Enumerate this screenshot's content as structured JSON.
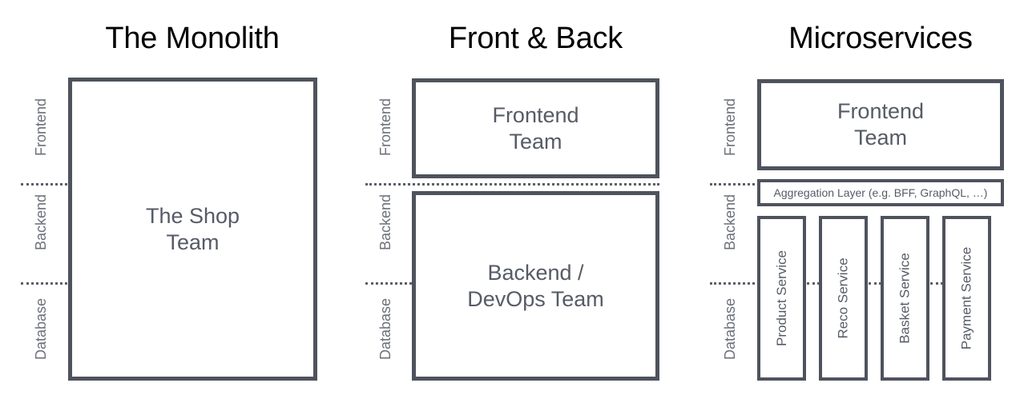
{
  "diagram": {
    "title_color": "#000000",
    "box_border_color": "#4e535d",
    "box_text_color": "#565b66",
    "band_label_color": "#6b7079",
    "divider_color": "#5a5f69",
    "background": "#ffffff"
  },
  "bands": [
    {
      "label": "Frontend"
    },
    {
      "label": "Backend"
    },
    {
      "label": "Database"
    }
  ],
  "panels": [
    {
      "id": "monolith",
      "title": "The Monolith",
      "bands": {
        "frontend": "Frontend",
        "backend": "Backend",
        "database": "Database"
      },
      "boxes": [
        {
          "id": "shop-team",
          "label": "The Shop\nTeam",
          "orientation": "horizontal",
          "spans": [
            "Frontend",
            "Backend",
            "Database"
          ]
        }
      ]
    },
    {
      "id": "front-and-back",
      "title": "Front & Back",
      "bands": {
        "frontend": "Frontend",
        "backend": "Backend",
        "database": "Database"
      },
      "boxes": [
        {
          "id": "frontend-team",
          "label": "Frontend\nTeam",
          "orientation": "horizontal",
          "spans": [
            "Frontend"
          ]
        },
        {
          "id": "backend-devops-team",
          "label": "Backend /\nDevOps Team",
          "orientation": "horizontal",
          "spans": [
            "Backend",
            "Database"
          ]
        }
      ]
    },
    {
      "id": "microservices",
      "title": "Microservices",
      "bands": {
        "frontend": "Frontend",
        "backend": "Backend",
        "database": "Database"
      },
      "boxes": [
        {
          "id": "frontend-team",
          "label": "Frontend\nTeam",
          "orientation": "horizontal",
          "spans": [
            "Frontend"
          ]
        },
        {
          "id": "aggregation-layer",
          "label": "Aggregation Layer (e.g. BFF, GraphQL, …)",
          "orientation": "horizontal",
          "spans": [
            "Frontend",
            "Backend"
          ]
        },
        {
          "id": "product-service",
          "label": "Product Service",
          "orientation": "vertical",
          "spans": [
            "Backend",
            "Database"
          ]
        },
        {
          "id": "reco-service",
          "label": "Reco Service",
          "orientation": "vertical",
          "spans": [
            "Backend",
            "Database"
          ]
        },
        {
          "id": "basket-service",
          "label": "Basket Service",
          "orientation": "vertical",
          "spans": [
            "Backend",
            "Database"
          ]
        },
        {
          "id": "payment-service",
          "label": "Payment Service",
          "orientation": "vertical",
          "spans": [
            "Backend",
            "Database"
          ]
        }
      ]
    }
  ]
}
